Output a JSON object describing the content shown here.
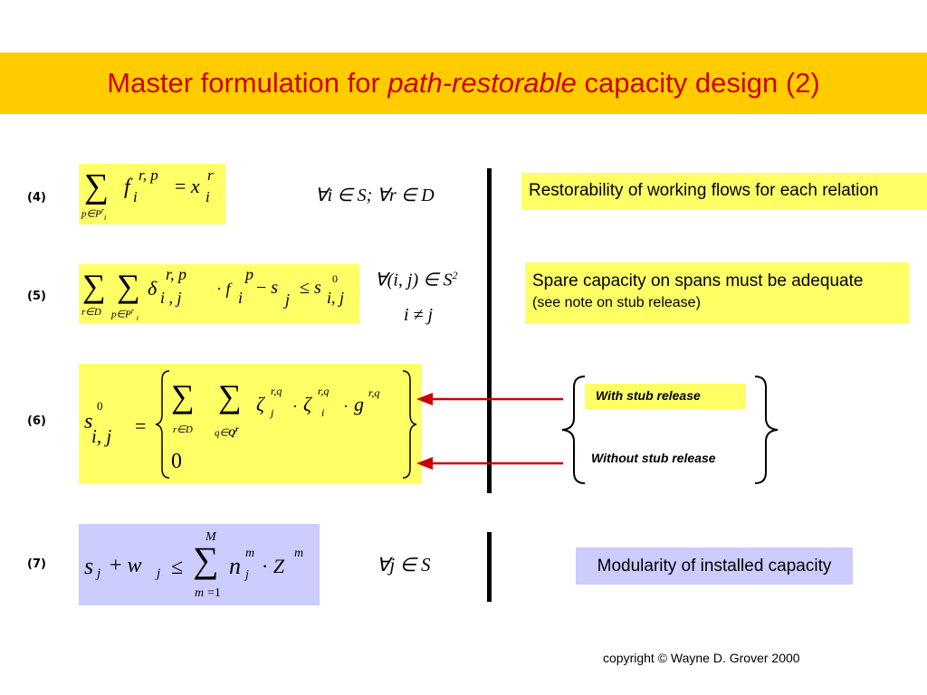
{
  "title": {
    "part1": "Master formulation for ",
    "italic": "path-restorable",
    "part2": " capacity design (2)"
  },
  "equations": {
    "eq4": {
      "number": "(4)",
      "condition": "∀i ∈ S; ∀r ∈ D"
    },
    "eq5": {
      "number": "(5)",
      "condition_line1": "∀(i, j) ∈ S",
      "condition_exp": "2",
      "condition_line2": "i ≠ j"
    },
    "eq6": {
      "number": "(6)"
    },
    "eq7": {
      "number": "(7)",
      "condition": "∀j ∈ S"
    }
  },
  "notes": {
    "restorability": "Restorability of working flows for each relation",
    "spare_line1": "Spare capacity on spans must be adequate",
    "spare_line2": "(see note on stub release)",
    "with_stub": "With stub release",
    "without_stub": "Without stub release",
    "modularity": "Modularity of installed capacity"
  },
  "copyright": "copyright © Wayne D. Grover 2000",
  "colors": {
    "title_band": "#ffcc00",
    "title_text": "#cc0000",
    "equation_box": "#ffff66",
    "modularity_box": "#ccccff",
    "arrow": "#cc0000"
  }
}
